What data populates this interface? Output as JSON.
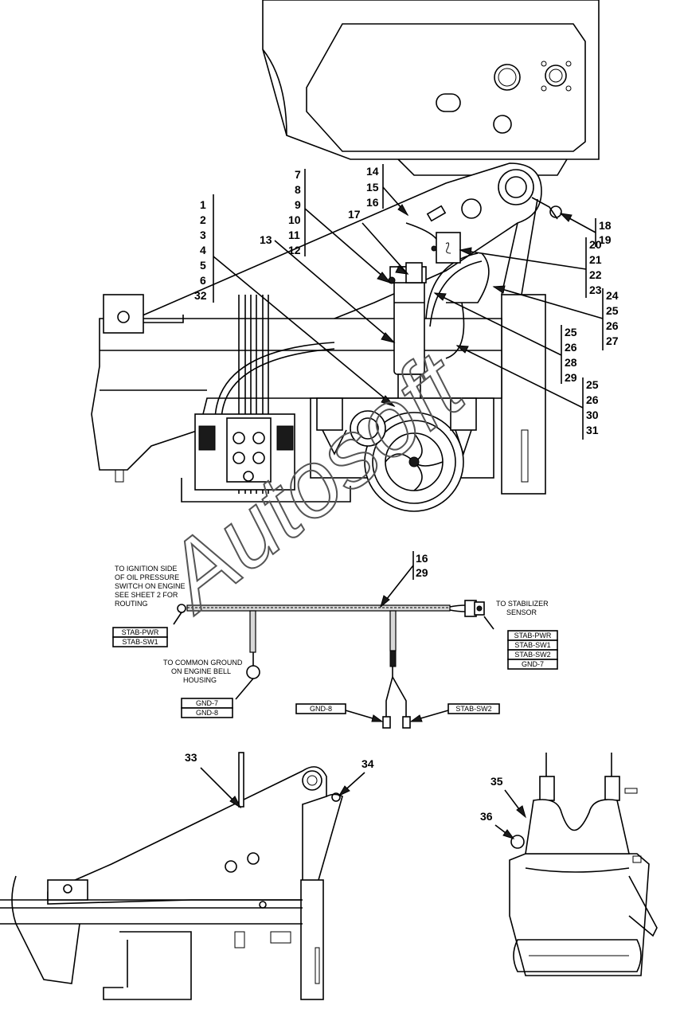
{
  "callouts": {
    "group_a": [
      "1",
      "2",
      "3",
      "4",
      "5",
      "6",
      "32"
    ],
    "group_b": [
      "7",
      "8",
      "9",
      "10",
      "11",
      "12"
    ],
    "group_c": [
      "14",
      "15",
      "16"
    ],
    "c13": "13",
    "c17": "17",
    "group_d": [
      "18",
      "19"
    ],
    "group_e": [
      "20",
      "21",
      "22",
      "23"
    ],
    "group_f": [
      "24",
      "25",
      "26",
      "27"
    ],
    "group_g": [
      "25",
      "26",
      "28",
      "29"
    ],
    "group_h": [
      "25",
      "26",
      "30",
      "31"
    ],
    "group_i": [
      "16",
      "29"
    ],
    "c33": "33",
    "c34": "34",
    "c35": "35",
    "c36": "36"
  },
  "notes": {
    "ignition": [
      "TO IGNITION SIDE",
      "OF OIL PRESSURE",
      "SWITCH ON ENGINE",
      "SEE SHEET 2 FOR",
      "ROUTING"
    ],
    "stabilizer": [
      "TO STABILIZER",
      "SENSOR"
    ],
    "ground": [
      "TO COMMON GROUND",
      "ON ENGINE BELL",
      "HOUSING"
    ]
  },
  "wire_labels": {
    "left": [
      "STAB-PWR",
      "STAB-SW1"
    ],
    "right": [
      "STAB-PWR",
      "STAB-SW1",
      "STAB-SW2",
      "GND-7"
    ],
    "ground": [
      "GND-7",
      "GND-8"
    ],
    "gnd8": "GND-8",
    "stabsw2": "STAB-SW2"
  },
  "watermark": "Autosoft"
}
